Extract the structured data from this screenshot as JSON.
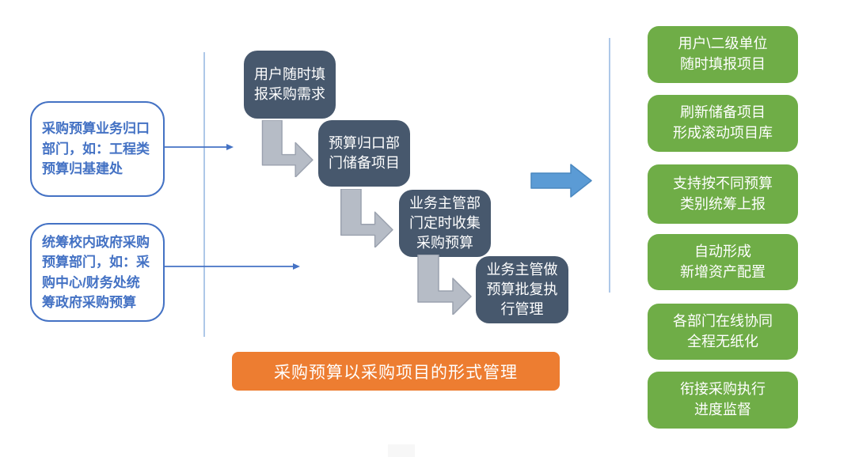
{
  "left_sources": [
    {
      "label": "采购预算业务归口\n部门，如：工程类\n预算归基建处"
    },
    {
      "label": "统筹校内政府采购\n预算部门，如：采\n购中心/财务处统\n筹政府采购预算"
    }
  ],
  "flow_steps": [
    {
      "label": "用户随时填\n报采购需求"
    },
    {
      "label": "预算归口部\n门储备项目"
    },
    {
      "label": "业务主管部\n门定时收集\n采购预算"
    },
    {
      "label": "业务主管做\n预算批复执\n行管理"
    }
  ],
  "benefits": [
    {
      "label": "用户\\二级单位\n随时填报项目"
    },
    {
      "label": "刷新储备项目\n形成滚动项目库"
    },
    {
      "label": "支持按不同预算\n类别统筹上报"
    },
    {
      "label": "自动形成\n新增资产配置"
    },
    {
      "label": "各部门在线协同\n全程无纸化"
    },
    {
      "label": "衔接采购执行\n进度监督"
    }
  ],
  "caption": {
    "label": "采购预算以采购项目的形式管理"
  },
  "icons": {
    "elbow_arrow": "elbow-down-right-arrow-icon",
    "flow_arrow": "right-arrow-icon",
    "connector_arrow": "line-arrow-right-icon"
  },
  "colors": {
    "accent_blue": "#4472C4",
    "guide_line_blue": "#AEC8E8",
    "step_slate": "#47586D",
    "elbow_gray_fill": "#B6BCC6",
    "elbow_gray_border": "#9AA1AE",
    "benefit_green": "#6FAD47",
    "caption_orange": "#ED7D31",
    "flow_arrow_blue": "#5B9BD5",
    "flow_arrow_border": "#4A88C0"
  }
}
